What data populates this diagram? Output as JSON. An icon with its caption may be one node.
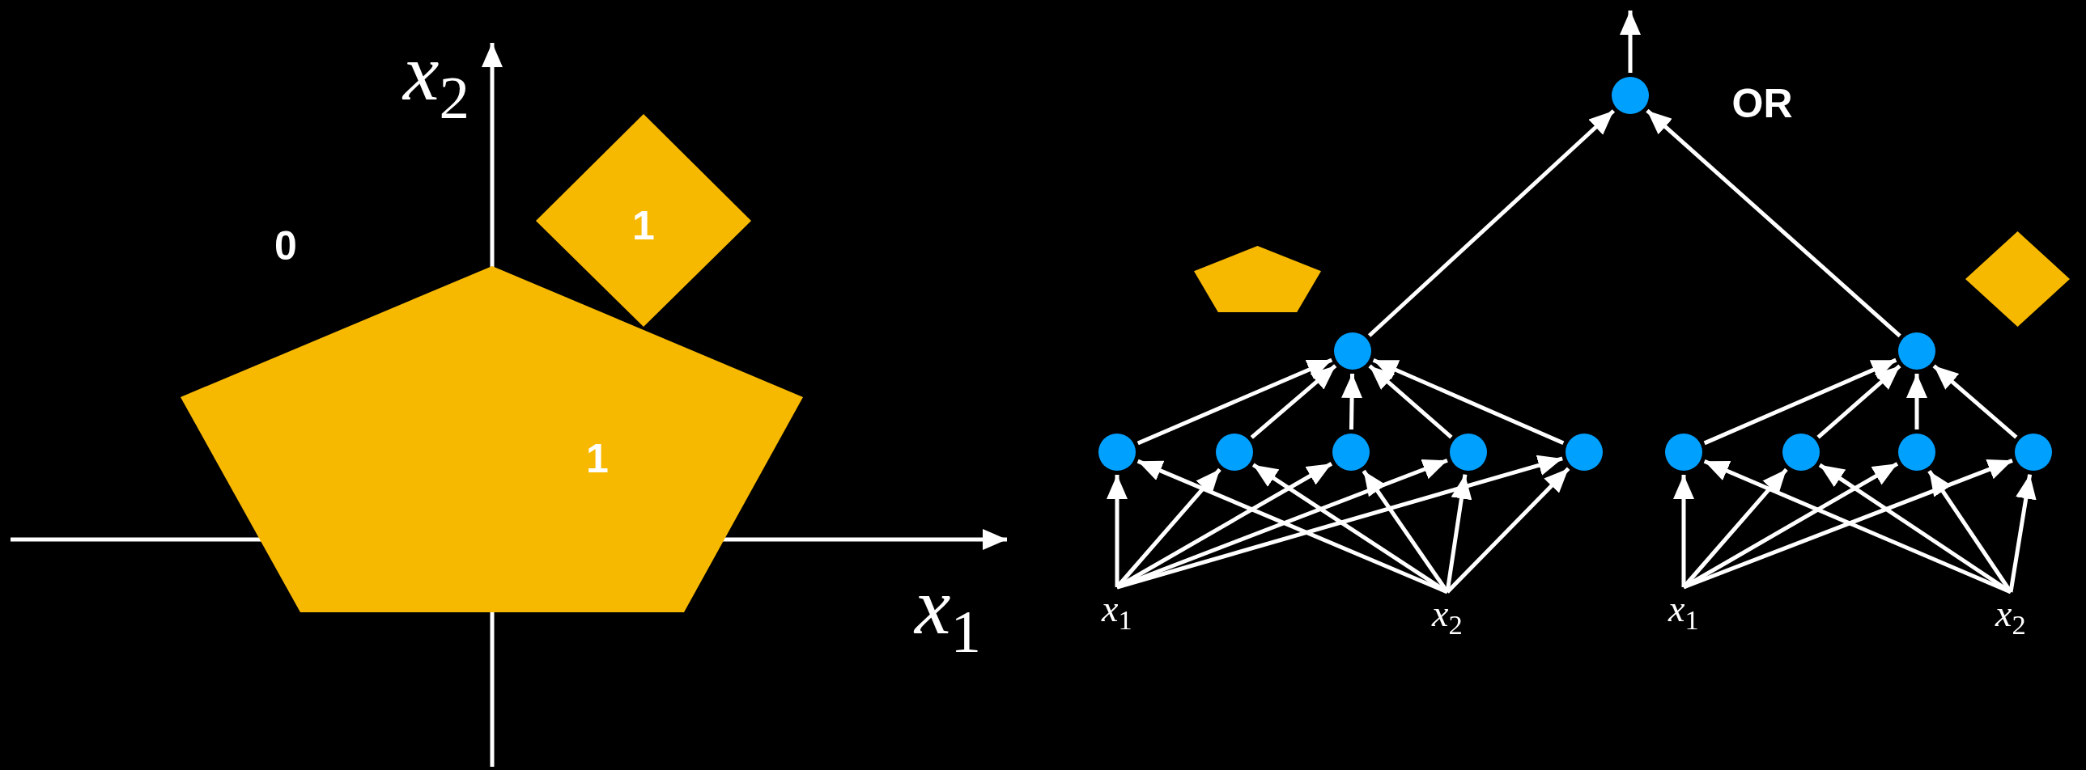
{
  "diagram": {
    "nodes": [
      {
        "text": [
          "1"
        ]
      },
      {
        "text": [
          "1"
        ]
      },
      {
        "text": [],
        "shape": "circle",
        "beside": [
          "OR"
        ]
      },
      {
        "text": [],
        "shape": "pentagon"
      },
      {
        "text": [],
        "shape": "circle"
      },
      {
        "text": [],
        "shape": "circle"
      },
      {
        "text": [],
        "shape": "diamond"
      },
      {
        "text": [],
        "shape": "circle"
      },
      {
        "text": [],
        "shape": "circle"
      },
      {
        "text": [],
        "shape": "circle"
      },
      {
        "text": [],
        "shape": "circle"
      },
      {
        "text": [],
        "shape": "circle"
      },
      {
        "text": [],
        "shape": "circle"
      },
      {
        "text": [],
        "shape": "circle"
      },
      {
        "text": [],
        "shape": "circle"
      },
      {
        "text": [],
        "shape": "circle"
      },
      {
        "text": [
          "x$_{1}$"
        ]
      },
      {
        "text": [
          "x$_{2}$"
        ]
      },
      {
        "text": [
          "x$_{1}$"
        ]
      },
      {
        "text": [
          "x$_{2}$"
        ]
      }
    ],
    "edges": [
      {
        "from": 2,
        "to": null,
        "arrow": "to"
      },
      {
        "from": 4,
        "to": 2,
        "arrow": "to"
      },
      {
        "from": 5,
        "to": 2,
        "arrow": "to"
      },
      {
        "from": 7,
        "to": 4,
        "arrow": "to"
      },
      {
        "from": 8,
        "to": 4,
        "arrow": "to"
      },
      {
        "from": 9,
        "to": 4,
        "arrow": "to"
      },
      {
        "from": 10,
        "to": 4,
        "arrow": "to"
      },
      {
        "from": 11,
        "to": 4,
        "arrow": "to"
      },
      {
        "from": 12,
        "to": 5,
        "arrow": "to"
      },
      {
        "from": 13,
        "to": 5,
        "arrow": "to"
      },
      {
        "from": 14,
        "to": 5,
        "arrow": "to"
      },
      {
        "from": 15,
        "to": 5,
        "arrow": "to"
      },
      {
        "from": 16,
        "to": 7,
        "arrow": "to"
      },
      {
        "from": 16,
        "to": 8,
        "arrow": "to"
      },
      {
        "from": 16,
        "to": 9,
        "arrow": "to"
      },
      {
        "from": 16,
        "to": 10,
        "arrow": "to"
      },
      {
        "from": 16,
        "to": 11,
        "arrow": "to"
      },
      {
        "from": 17,
        "to": 7,
        "arrow": "to"
      },
      {
        "from": 17,
        "to": 8,
        "arrow": "to"
      },
      {
        "from": 17,
        "to": 9,
        "arrow": "to"
      },
      {
        "from": 17,
        "to": 10,
        "arrow": "to"
      },
      {
        "from": 17,
        "to": 11,
        "arrow": "to"
      },
      {
        "from": 18,
        "to": 12,
        "arrow": "to"
      },
      {
        "from": 18,
        "to": 13,
        "arrow": "to"
      },
      {
        "from": 18,
        "to": 14,
        "arrow": "to"
      },
      {
        "from": 18,
        "to": 15,
        "arrow": "to"
      },
      {
        "from": 19,
        "to": 12,
        "arrow": "to"
      },
      {
        "from": 19,
        "to": 13,
        "arrow": "to"
      },
      {
        "from": 19,
        "to": 14,
        "arrow": "to"
      },
      {
        "from": 19,
        "to": 15,
        "arrow": "to"
      }
    ],
    "labels": [
      "x$_{2}$",
      "0",
      "x$_{1}$"
    ]
  }
}
